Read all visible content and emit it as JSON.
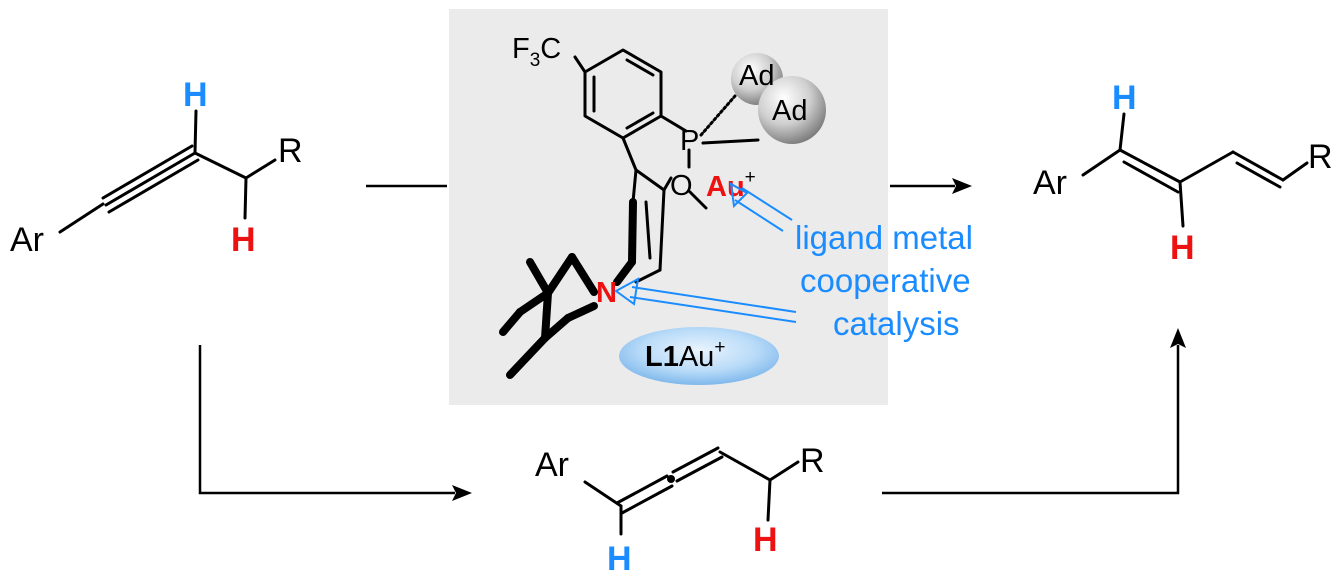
{
  "diagram": {
    "reactant": {
      "ar": "Ar",
      "r": "R",
      "h_blue": "H",
      "h_red": "H"
    },
    "product": {
      "ar": "Ar",
      "r": "R",
      "h_blue": "H",
      "h_red": "H"
    },
    "intermediate": {
      "ar": "Ar",
      "r": "R",
      "h_blue": "H",
      "h_red": "H"
    },
    "catalyst": {
      "cf3_f": "F",
      "cf3_sub": "3",
      "cf3_c": "C",
      "p": "P",
      "ad1": "Ad",
      "ad2": "Ad",
      "o": "O",
      "au": "Au",
      "au_charge": "+",
      "n": "N",
      "badge_bold": "L1",
      "badge_rest": "Au",
      "badge_charge": "+",
      "annotation_lines": [
        "ligand metal",
        "cooperative",
        "catalysis"
      ]
    },
    "colors": {
      "blue_h": "#1a8cff",
      "red_h": "#ee1111",
      "annotation": "#1a8cff",
      "panel_bg": "#ebebeb",
      "badge": "#a9d1f5"
    }
  }
}
